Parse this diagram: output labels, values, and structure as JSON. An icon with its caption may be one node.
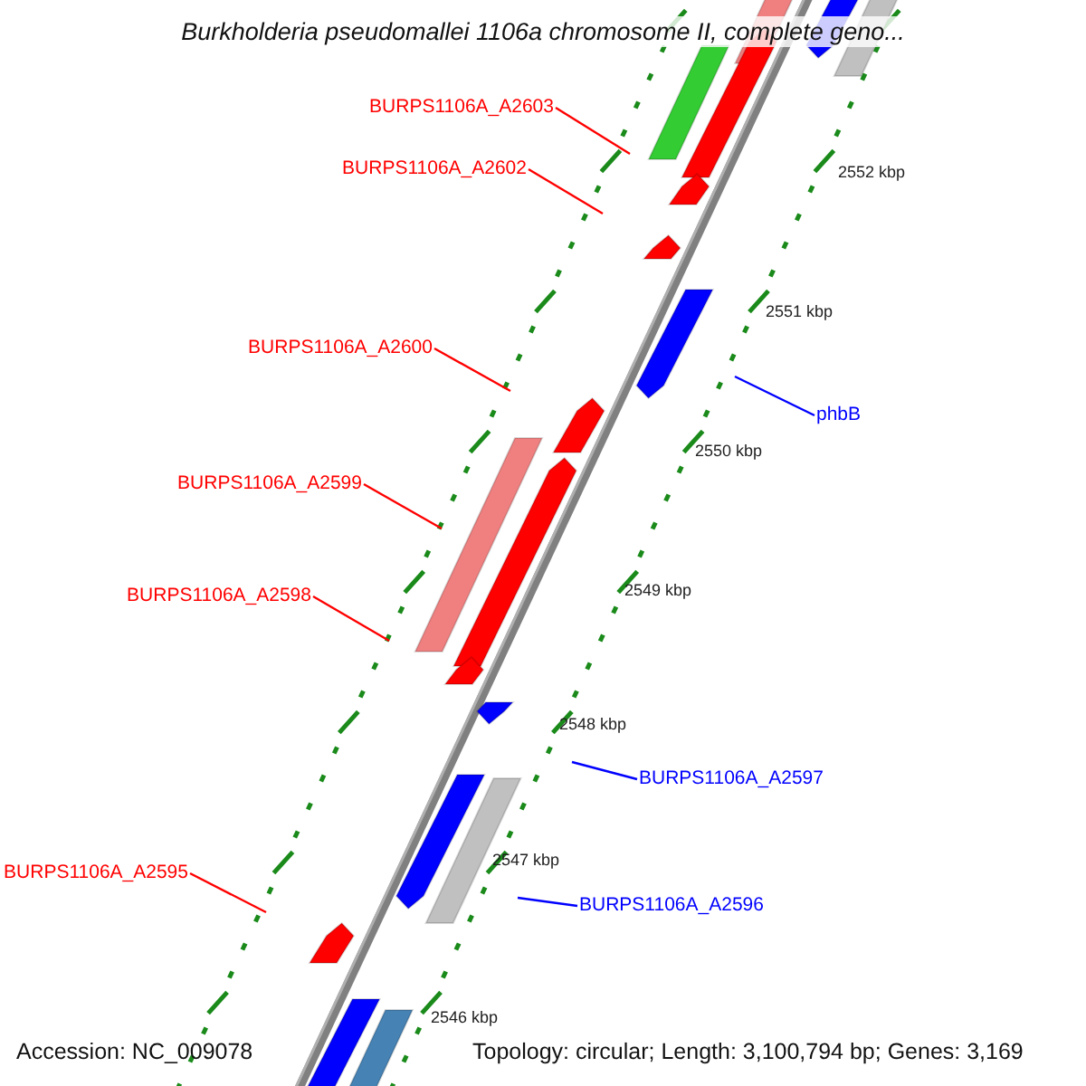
{
  "diagram": {
    "title": "Burkholderia pseudomallei 1106a chromosome II, complete geno...",
    "nodes": [
      {
        "text": [
          "BURPS1106A_A2603"
        ]
      },
      {
        "text": [
          "BURPS1106A_A2602"
        ]
      },
      {
        "text": [
          "BURPS1106A_A2600"
        ]
      },
      {
        "text": [
          "phbB"
        ]
      },
      {
        "text": [
          "BURPS1106A_A2599"
        ]
      },
      {
        "text": [
          "BURPS1106A_A2598"
        ]
      },
      {
        "text": [
          "BURPS1106A_A2597"
        ]
      },
      {
        "text": [
          "BURPS1106A_A2595"
        ]
      },
      {
        "text": [
          "BURPS1106A_A2596"
        ]
      }
    ],
    "edges": [
      {
        "from": 0,
        "to": null,
        "arrow": "none"
      },
      {
        "from": 1,
        "to": null,
        "arrow": "none"
      },
      {
        "from": 2,
        "to": null,
        "arrow": "none"
      },
      {
        "from": 3,
        "to": null,
        "arrow": "none",
        "color": "#0000ff"
      },
      {
        "from": 4,
        "to": null,
        "arrow": "none"
      },
      {
        "from": 5,
        "to": null,
        "arrow": "none"
      },
      {
        "from": 6,
        "to": null,
        "arrow": "none",
        "color": "#0000ff"
      },
      {
        "from": 7,
        "to": null,
        "arrow": "none"
      },
      {
        "from": 8,
        "to": null,
        "arrow": "none",
        "color": "#0000ff"
      }
    ],
    "labels": [
      "2552 kbp",
      "2551 kbp",
      "2550 kbp",
      "2549 kbp",
      "2548 kbp",
      "2547 kbp",
      "2546 kbp",
      "Accession: NC_009078",
      "Topology: circular; Length: 3,100,794 bp; Genes: 3,169"
    ]
  }
}
